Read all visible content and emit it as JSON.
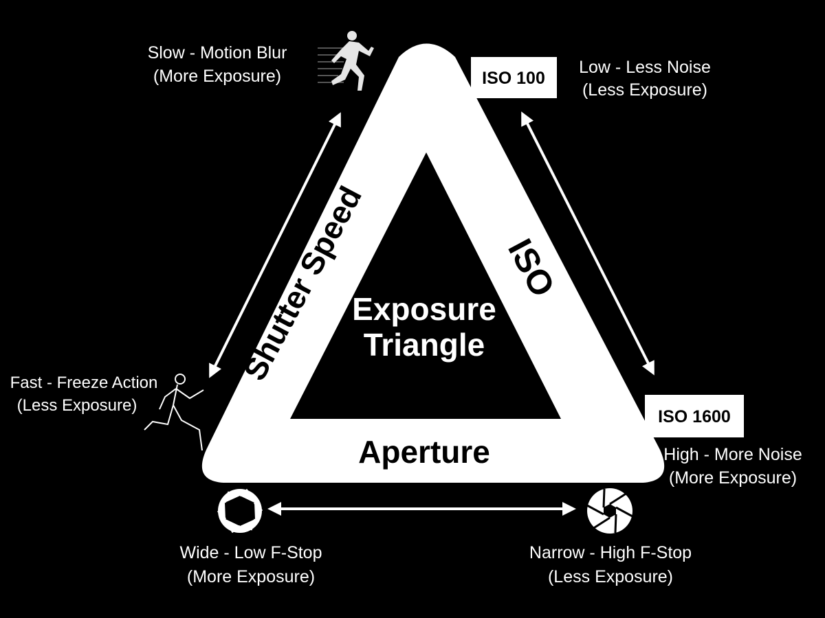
{
  "center_title": {
    "line1": "Exposure",
    "line2": "Triangle"
  },
  "sides": {
    "left": "Shutter Speed",
    "right": "ISO",
    "bottom": "Aperture"
  },
  "shutter": {
    "slow": {
      "line1": "Slow - Motion Blur",
      "line2": "(More Exposure)"
    },
    "fast": {
      "line1": "Fast - Freeze Action",
      "line2": "(Less Exposure)"
    }
  },
  "iso": {
    "low_badge": "ISO 100",
    "low": {
      "line1": "Low - Less Noise",
      "line2": "(Less Exposure)"
    },
    "high_badge": "ISO 1600",
    "high": {
      "line1": "High - More Noise",
      "line2": "(More Exposure)"
    }
  },
  "aperture": {
    "wide": {
      "line1": "Wide - Low F-Stop",
      "line2": "(More Exposure)"
    },
    "narrow": {
      "line1": "Narrow - High F-Stop",
      "line2": "(Less Exposure)"
    }
  },
  "colors": {
    "background": "#000000",
    "foreground": "#ffffff"
  },
  "icons": [
    "blurred-runner-icon",
    "runner-icon",
    "wide-aperture-icon",
    "narrow-aperture-icon"
  ]
}
